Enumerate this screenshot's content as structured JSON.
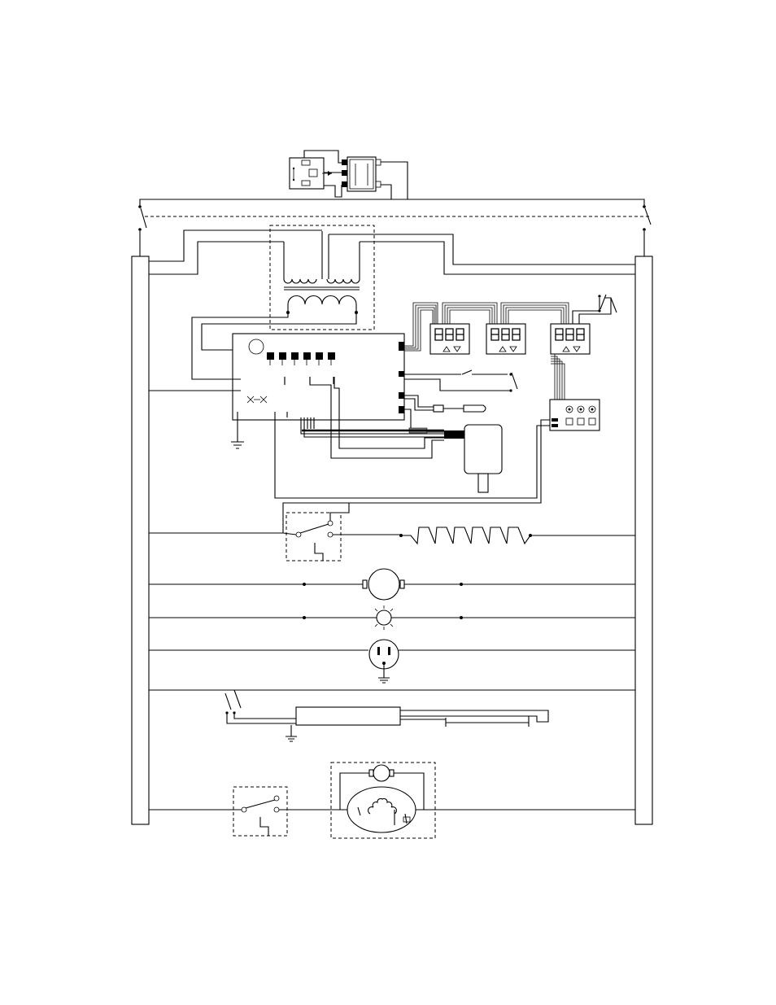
{
  "diagram": {
    "type": "wiring-schematic",
    "components": [
      {
        "id": "power-relay",
        "icon": "relay-icon"
      },
      {
        "id": "door-switch-left",
        "icon": "switch-icon"
      },
      {
        "id": "door-switch-right",
        "icon": "switch-icon"
      },
      {
        "id": "bus-left",
        "icon": "bus-bar-icon"
      },
      {
        "id": "bus-right",
        "icon": "bus-bar-icon"
      },
      {
        "id": "transformer",
        "icon": "transformer-icon"
      },
      {
        "id": "control-board",
        "icon": "circuit-board-icon"
      },
      {
        "id": "display-1",
        "icon": "seven-segment-display-icon",
        "digits": "888"
      },
      {
        "id": "display-2",
        "icon": "seven-segment-display-icon",
        "digits": "888"
      },
      {
        "id": "display-3",
        "icon": "seven-segment-display-icon",
        "digits": "888"
      },
      {
        "id": "keypad",
        "icon": "keypad-icon"
      },
      {
        "id": "temperature-probe",
        "icon": "probe-icon"
      },
      {
        "id": "motor-unit",
        "icon": "motor-icon"
      },
      {
        "id": "heater-relay",
        "icon": "relay-icon"
      },
      {
        "id": "heating-element",
        "icon": "heater-icon"
      },
      {
        "id": "fan-motor",
        "icon": "motor-icon"
      },
      {
        "id": "lamp",
        "icon": "lamp-icon"
      },
      {
        "id": "outlet",
        "icon": "outlet-icon"
      },
      {
        "id": "igniter-switch",
        "icon": "switch-icon"
      },
      {
        "id": "igniter",
        "icon": "igniter-icon"
      },
      {
        "id": "fan-relay",
        "icon": "relay-icon"
      },
      {
        "id": "blower-assembly",
        "icon": "blower-icon"
      }
    ],
    "colors": {
      "line": "#000000",
      "background": "#ffffff",
      "connector": "#888888"
    }
  }
}
